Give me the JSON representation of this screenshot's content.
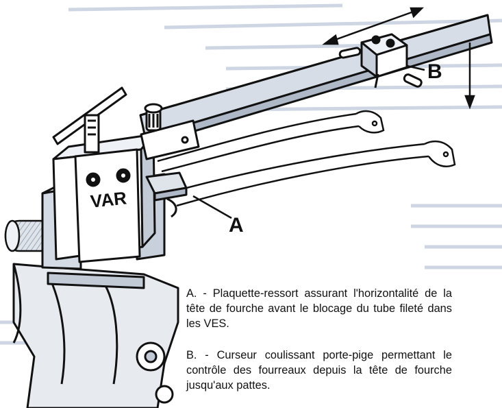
{
  "labels": {
    "a": "A",
    "b": "B",
    "logo": "VAR"
  },
  "captions": [
    {
      "id": "a",
      "text": "A. - Plaquette-ressort assurant l'horizontalité de la tête de fourche avant le blocage du tube fileté dans les VES."
    },
    {
      "id": "b",
      "text": "B. - Curseur coulissant porte-pige permettant le contrôle des fourreaux depuis la tête de fourche jusqu'aux pattes."
    }
  ],
  "colors": {
    "ink": "#111111",
    "shade": "#b9c3d0",
    "light": "#e2e7ee",
    "paper": "#ffffff"
  }
}
